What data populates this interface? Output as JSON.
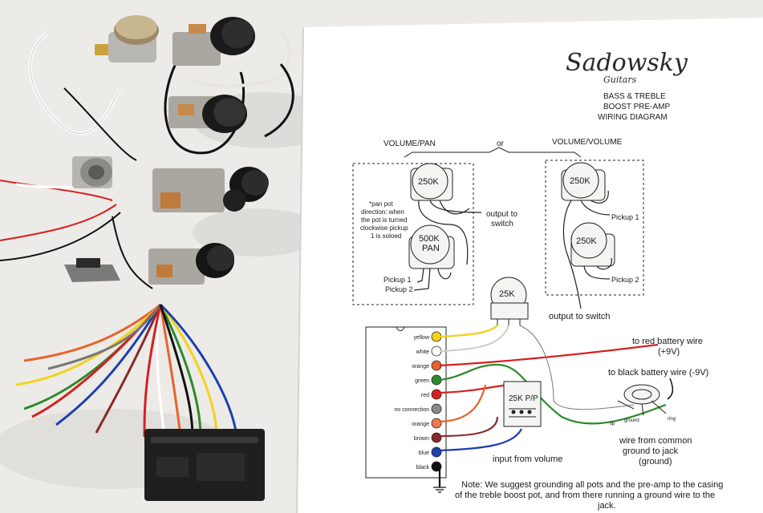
{
  "brand": {
    "name": "Sadowsky",
    "sub": "Guitars"
  },
  "title": [
    "BASS & TREBLE",
    "BOOST PRE-AMP",
    "WIRING DIAGRAM"
  ],
  "options": {
    "left": "VOLUME/PAN",
    "or": "or",
    "right": "VOLUME/VOLUME"
  },
  "pots": {
    "vol": "250K",
    "pan": [
      "500K",
      "PAN"
    ],
    "vol1": "250K",
    "vol2": "250K",
    "treble": "25K",
    "pp": "25K P/P"
  },
  "pan_note": [
    "*pan pot",
    "direction: when",
    "the pot is turned",
    "clockwise pickup",
    "1 is soloed"
  ],
  "labels": {
    "output_switch": [
      "output to",
      "switch"
    ],
    "pickup1": "Pickup 1",
    "pickup2": "Pickup 2",
    "r_pickup1": "Pickup 1",
    "r_pickup2": "Pickup 2",
    "output_switch_r": "output to switch",
    "red_batt": [
      "to red battery wire",
      "(+9V)"
    ],
    "black_batt": "to black battery wire (-9V)",
    "input_volume": "input from volume",
    "common_ground": [
      "wire from common",
      "ground to jack",
      "(ground)"
    ],
    "tip": "tip",
    "ground": "ground",
    "ring": "ring"
  },
  "preamp_wires": [
    {
      "label": "yellow",
      "color": "#f2d21b"
    },
    {
      "label": "white",
      "color": "#ffffff"
    },
    {
      "label": "orange",
      "color": "#e8622a"
    },
    {
      "label": "green",
      "color": "#2c8a2c"
    },
    {
      "label": "red",
      "color": "#d62020"
    },
    {
      "label": "no connection",
      "color": "#8a8a8a"
    },
    {
      "label": "orange",
      "color": "#f07850"
    },
    {
      "label": "brown",
      "color": "#8a2a2a"
    },
    {
      "label": "blue",
      "color": "#1d3fb0"
    },
    {
      "label": "black",
      "color": "#111111"
    }
  ],
  "note": [
    "Note: We suggest grounding all pots and the pre-amp to the casing",
    "of the treble boost pot, and from there running a ground wire to the",
    "jack."
  ]
}
